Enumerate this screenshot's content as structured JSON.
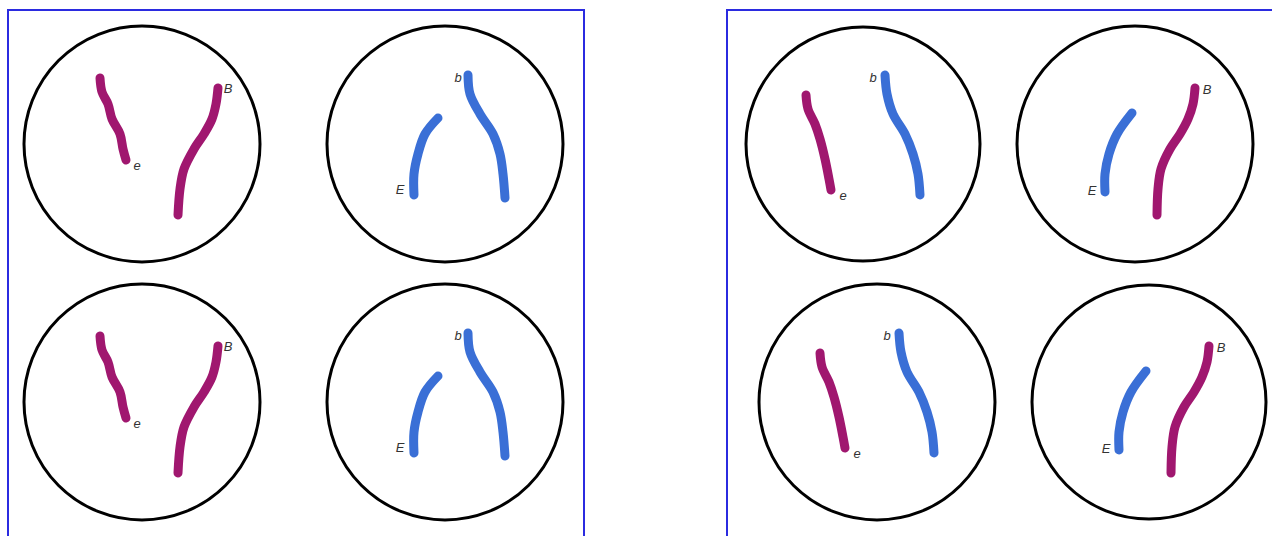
{
  "diagram": {
    "nodes": [
      {
        "text": [
          "e",
          "B"
        ]
      },
      {
        "text": [
          "E",
          "b"
        ]
      },
      {
        "text": [
          "e",
          "B"
        ]
      },
      {
        "text": [
          "E",
          "b"
        ]
      },
      {
        "text": [
          "e",
          "b"
        ]
      },
      {
        "text": [
          "E",
          "B"
        ]
      },
      {
        "text": [
          "e",
          "b"
        ]
      },
      {
        "text": [
          "E",
          "B"
        ]
      }
    ]
  }
}
